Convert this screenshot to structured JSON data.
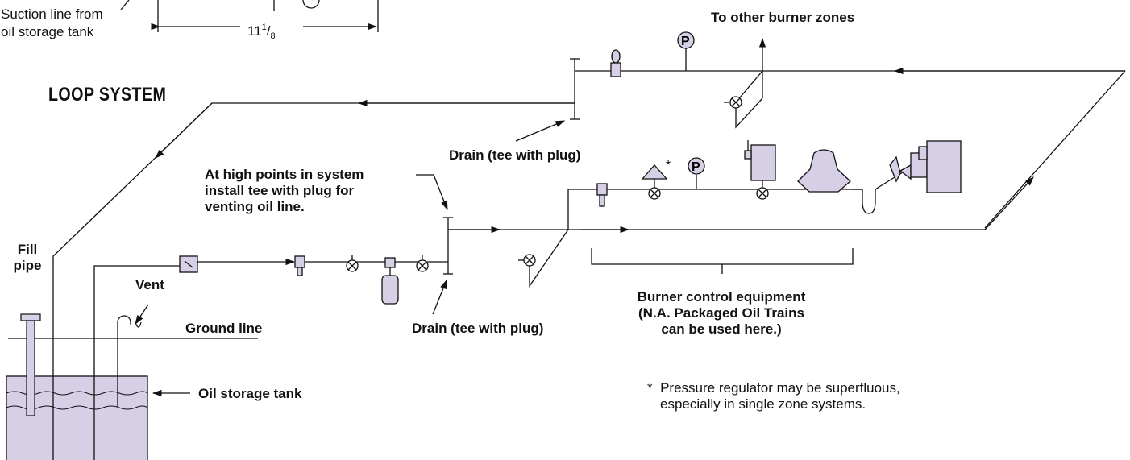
{
  "diagram": {
    "title": "LOOP SYSTEM",
    "colors": {
      "tank_fill": "#d6cfe6",
      "line": "#111111",
      "text": "#111111"
    },
    "top_left": {
      "suction_line_1": "Suction line from",
      "suction_line_2": "oil storage tank",
      "dimension_whole": "11",
      "dimension_num": "1",
      "dimension_den": "8"
    },
    "labels": {
      "other_zones": "To other burner zones",
      "drain_top": "Drain (tee with plug)",
      "high_points_1": "At high points in system",
      "high_points_2": "install tee with plug for",
      "high_points_3": "venting oil line.",
      "fill_pipe_1": "Fill",
      "fill_pipe_2": "pipe",
      "vent": "Vent",
      "ground_line": "Ground line",
      "drain_bottom": "Drain (tee with plug)",
      "burner_1": "Burner control equipment",
      "burner_2": "(N.A. Packaged Oil Trains",
      "burner_3": "can be used here.)",
      "note_star": "*",
      "note_1": "Pressure regulator may be superfluous,",
      "note_2": "especially in single zone systems.",
      "oil_tank": "Oil storage tank",
      "gauge_letter": "P",
      "regulator_star": "*"
    }
  }
}
